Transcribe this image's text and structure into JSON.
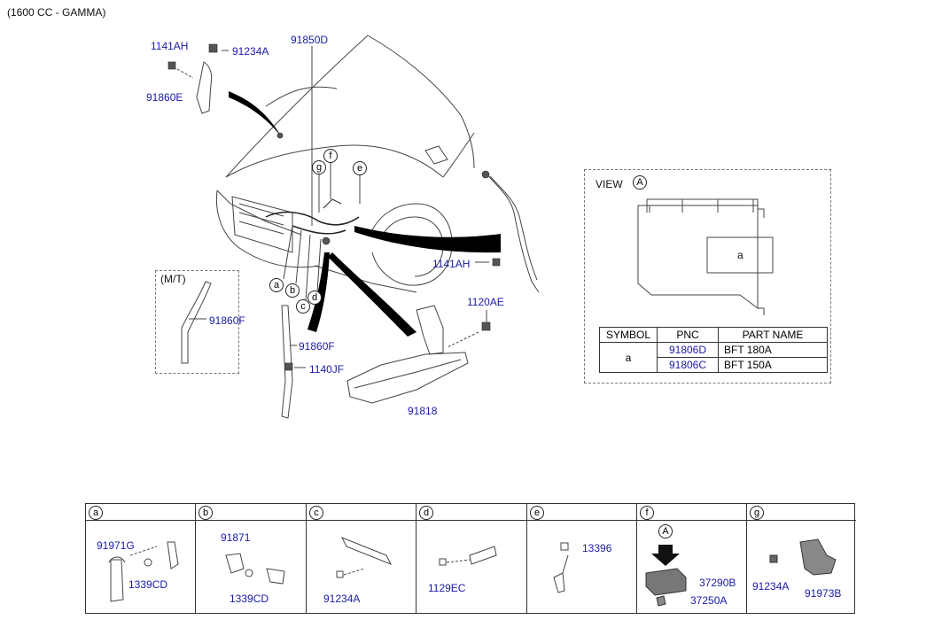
{
  "title": "(1600 CC - GAMMA)",
  "colors": {
    "part_number": "#1a1aa6",
    "line": "#333333"
  },
  "labels": {
    "p1141AH_top": "1141AH",
    "p91234A_top": "91234A",
    "p91860E": "91860E",
    "p91850D": "91850D",
    "p1141AH_right": "1141AH",
    "p1120AE": "1120AE",
    "p91818": "91818",
    "p91860F_mt": "91860F",
    "p91860F": "91860F",
    "p1140JF": "1140JF",
    "mt": "(M/T)"
  },
  "callouts": {
    "a": "a",
    "b": "b",
    "c": "c",
    "d": "d",
    "e": "e",
    "f": "f",
    "g": "g"
  },
  "view": {
    "label": "VIEW",
    "circle": "A",
    "box_letter": "a",
    "table": {
      "headers": [
        "SYMBOL",
        "PNC",
        "PART NAME"
      ],
      "symbol": "a",
      "rows": [
        {
          "pnc": "91806D",
          "name": "BFT 180A"
        },
        {
          "pnc": "91806C",
          "name": "BFT 150A"
        }
      ]
    }
  },
  "bottom_cells": [
    {
      "letter": "a",
      "parts": [
        "91971G",
        "1339CD"
      ]
    },
    {
      "letter": "b",
      "parts": [
        "91871",
        "1339CD"
      ]
    },
    {
      "letter": "c",
      "parts": [
        "91234A"
      ]
    },
    {
      "letter": "d",
      "parts": [
        "1129EC"
      ]
    },
    {
      "letter": "e",
      "parts": [
        "13396"
      ]
    },
    {
      "letter": "f",
      "circle": "A",
      "parts": [
        "37290B",
        "37250A"
      ]
    },
    {
      "letter": "g",
      "parts": [
        "91234A",
        "91973B"
      ]
    }
  ]
}
